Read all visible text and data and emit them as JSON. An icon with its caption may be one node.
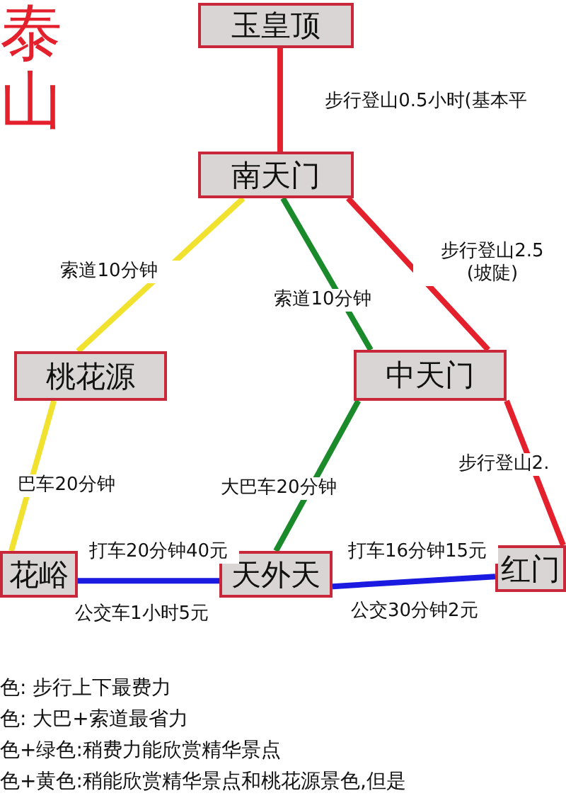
{
  "diagram": {
    "title": "泰山",
    "nodes": [
      {
        "text": [
          "玉皇顶"
        ]
      },
      {
        "text": [
          "南天门"
        ]
      },
      {
        "text": [
          "桃花源"
        ]
      },
      {
        "text": [
          "中天门"
        ]
      },
      {
        "text": [
          "花峪"
        ]
      },
      {
        "text": [
          "天外天"
        ]
      },
      {
        "text": [
          "红门"
        ]
      }
    ],
    "edges": [
      {
        "from": 0,
        "to": 1,
        "arrow": "none",
        "label": "步行登山0.5小时(基本平",
        "color": "#e3202c"
      },
      {
        "from": 1,
        "to": 2,
        "arrow": "none",
        "label": "索道10分钟",
        "color": "#f2e230"
      },
      {
        "from": 1,
        "to": 3,
        "arrow": "none",
        "label": "索道10分钟",
        "color": "#1a8a2a"
      },
      {
        "from": 1,
        "to": 3,
        "arrow": "none",
        "label": "步行登山2.5 (坡陡)",
        "color": "#e3202c"
      },
      {
        "from": 2,
        "to": 4,
        "arrow": "none",
        "label": "巴车20分钟",
        "color": "#f2e230"
      },
      {
        "from": 3,
        "to": 5,
        "arrow": "none",
        "label": "大巴车20分钟",
        "color": "#1a8a2a"
      },
      {
        "from": 3,
        "to": 6,
        "arrow": "none",
        "label": "步行登山2.",
        "color": "#e3202c"
      },
      {
        "from": 4,
        "to": 5,
        "arrow": "none",
        "label": "打车20分钟40元",
        "color": "#1a1ae0"
      },
      {
        "from": 5,
        "to": 6,
        "arrow": "none",
        "label": "打车16分钟15元",
        "color": "#1a1ae0"
      }
    ],
    "labels": [
      "公交车1小时5元",
      "公交30分钟2元",
      "色: 步行上下最费力",
      "色: 大巴+索道最省力",
      "色+绿色:稍费力能欣赏精华景点",
      "色+黄色:稍能欣赏精华景点和桃花源景色,但是"
    ]
  }
}
